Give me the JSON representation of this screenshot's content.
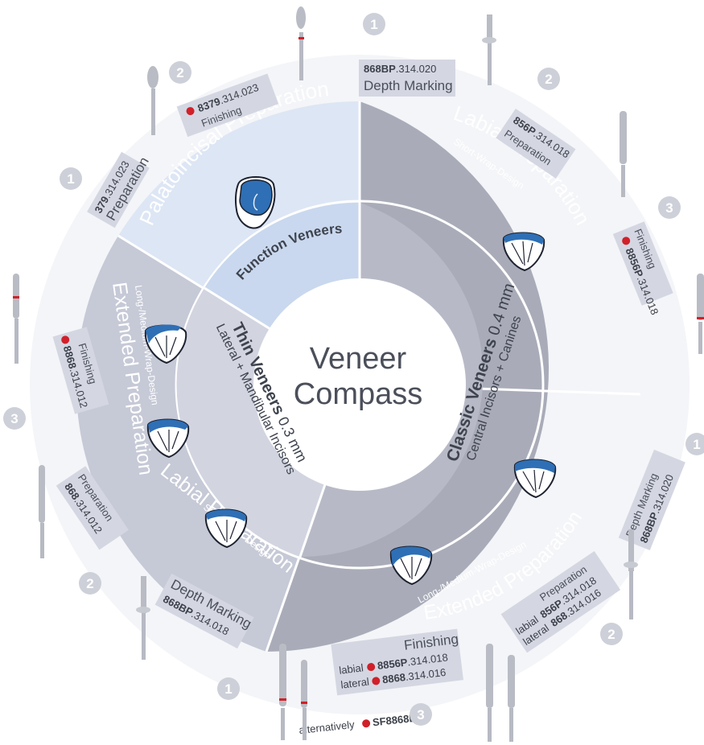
{
  "center": {
    "line1": "Veneer",
    "line2": "Compass"
  },
  "inner_ring": {
    "function": {
      "title": "Function Veneers"
    },
    "classic": {
      "title": "Classic Veneers",
      "thickness": "0.4 mm",
      "subtitle": "Central Incisors + Canines"
    },
    "thin": {
      "title": "Thin Veneers",
      "thickness": "0.3 mm",
      "subtitle": "Lateral + Mandibular Incisors"
    }
  },
  "outer_ring": {
    "palatoincisal": {
      "title": "Palatoincisal Preparation"
    },
    "labial_classic": {
      "title": "Labial Preparation",
      "subtitle": "Short-Wrap-Design"
    },
    "extended_classic": {
      "title": "Extended Preparation",
      "subtitle": "Long-/Medium-Wrap-Design"
    },
    "labial_thin": {
      "title": "Labial Preparation",
      "subtitle": "Short-Wrap-Design"
    },
    "extended_thin": {
      "title": "Extended Preparation",
      "subtitle": "Long-/Medium-Wrap-Design"
    }
  },
  "steps": {
    "func_1": {
      "num": "1",
      "label": "Preparation",
      "code_bold": "379",
      "code_rest": ".314.023"
    },
    "func_2": {
      "num": "2",
      "label": "Finishing",
      "code_bold": "8379",
      "code_rest": ".314.023"
    },
    "classic_top_1": {
      "num": "1",
      "label": "Depth Marking",
      "code_bold": "868BP",
      "code_rest": ".314.020"
    },
    "classic_top_2": {
      "num": "2",
      "label": "Preparation",
      "code_bold": "856P",
      "code_rest": ".314.018"
    },
    "classic_top_3": {
      "num": "3",
      "label": "Finishing",
      "code_bold": "8856P",
      "code_rest": ".314.018"
    },
    "classic_bot_1": {
      "num": "1",
      "label": "Depth Marking",
      "code_bold": "868BP",
      "code_rest": ".314.020"
    },
    "classic_bot_2": {
      "num": "2",
      "label": "Preparation",
      "line1_prefix": "labial",
      "line1_bold": "856P",
      "line1_rest": ".314.018",
      "line2_prefix": "lateral",
      "line2_bold": "868",
      "line2_rest": ".314.016"
    },
    "classic_bot_3": {
      "num": "3",
      "label": "Finishing",
      "line1_prefix": "labial",
      "line1_bold": "8856P",
      "line1_rest": ".314.018",
      "line2_prefix": "lateral",
      "line2_bold": "8868",
      "line2_rest": ".314.016",
      "alt_prefix": "alternatively",
      "alt_bold": "SF8868L/R"
    },
    "thin_1": {
      "num": "1",
      "label": "Depth Marking",
      "code_bold": "868BP",
      "code_rest": ".314.018"
    },
    "thin_2": {
      "num": "2",
      "label": "Preparation",
      "code_bold": "868",
      "code_rest": ".314.012"
    },
    "thin_3": {
      "num": "3",
      "label": "Finishing",
      "code_bold": "8868",
      "code_rest": ".314.012"
    }
  },
  "colors": {
    "function_segment": "#dde6f4",
    "function_inner": "#c9d8ee",
    "classic_segment": "#a9acb8",
    "classic_inner": "#b7bac6",
    "thin_segment": "#c6c9d6",
    "thin_inner": "#d2d5e0",
    "finishing_dot": "#d0202a",
    "tooth_enamel": "#2e6fb5"
  }
}
